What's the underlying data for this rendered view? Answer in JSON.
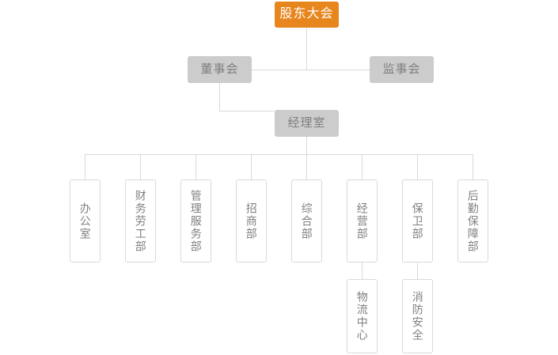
{
  "chart": {
    "title_text": "股东大会",
    "colors": {
      "root_fill": "#e8861e",
      "root_text": "#ffffff",
      "level_fill": "#cccccc",
      "level_text": "#7f7f7f",
      "dept_border": "#d9d9d9",
      "dept_text": "#808080",
      "line": "#d9d9d9",
      "background": "#ffffff"
    },
    "root": {
      "label": "股东大会"
    },
    "level2": [
      {
        "label": "董事会"
      },
      {
        "label": "监事会"
      }
    ],
    "level3": {
      "label": "经理室"
    },
    "departments": [
      {
        "label": "办公室"
      },
      {
        "label": "财务劳工部"
      },
      {
        "label": "管理服务部"
      },
      {
        "label": "招商部"
      },
      {
        "label": "综合部"
      },
      {
        "label": "经营部"
      },
      {
        "label": "保卫部"
      },
      {
        "label": "后勤保障部"
      }
    ],
    "subunits": [
      {
        "label": "物流中心",
        "parent": "经营部"
      },
      {
        "label": "消防安全",
        "parent": "保卫部"
      }
    ]
  }
}
